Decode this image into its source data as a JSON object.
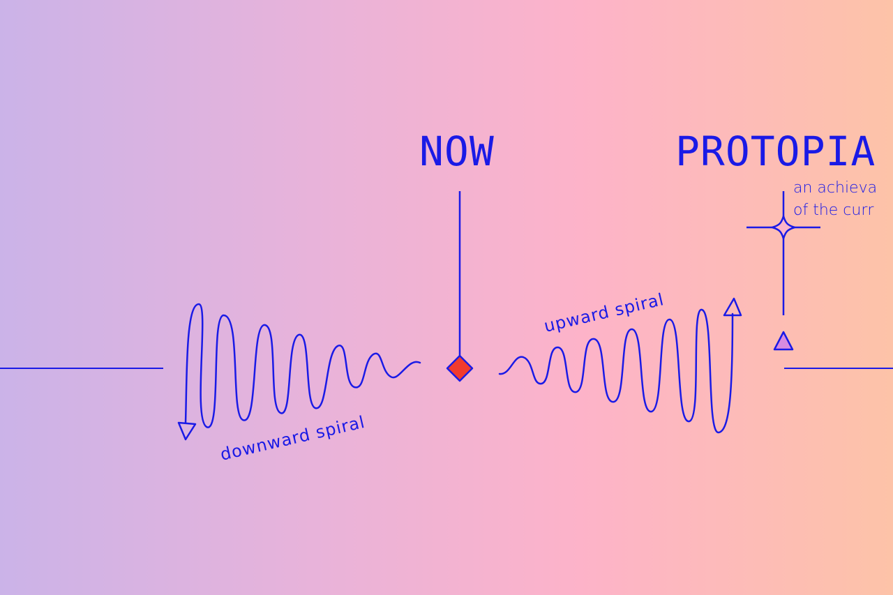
{
  "labels": {
    "now": "NOW",
    "protopia": "PROTOPIA",
    "protopia_subtext_line1": "an achieva",
    "protopia_subtext_line2": "of the curr",
    "downward": "downward spiral",
    "upward": "upward spiral"
  },
  "colors": {
    "ink": "#1a1ae6",
    "now_marker": "#f23b2e",
    "protopia_marker": "#d98be0",
    "gradient_left": "#cbb3e8",
    "gradient_mid": "#fdb3c9",
    "gradient_right": "#fdc3a8"
  },
  "icons": {
    "now_marker": "diamond-icon",
    "protopia_marker": "triangle-icon",
    "star": "four-point-star-icon"
  }
}
